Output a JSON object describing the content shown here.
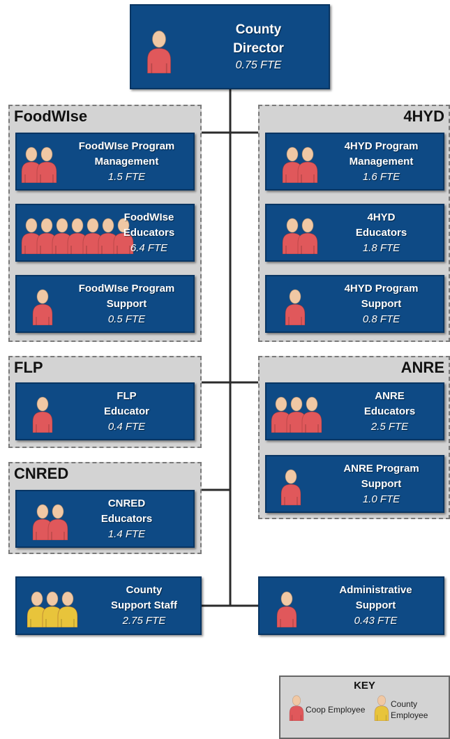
{
  "colors": {
    "box_fill": "#0e4a85",
    "group_fill": "#d3d3d3",
    "coop_person": "#e0585b",
    "county_person": "#e8c43b",
    "skin": "#f0c8a4"
  },
  "director": {
    "name": "County\nDirector",
    "fte": "0.75 FTE",
    "icons": [
      "coop"
    ]
  },
  "groups": {
    "foodwise": {
      "title": "FoodWIse"
    },
    "hyd": {
      "title": "4HYD"
    },
    "flp": {
      "title": "FLP"
    },
    "anre": {
      "title": "ANRE"
    },
    "cnred": {
      "title": "CNRED"
    }
  },
  "units": {
    "fw_mgmt": {
      "name": "FoodWIse Program\nManagement",
      "fte": "1.5 FTE",
      "icons": [
        "coop",
        "coop"
      ]
    },
    "fw_edu": {
      "name": "FoodWIse\nEducators",
      "fte": "6.4 FTE",
      "icons": [
        "coop",
        "coop",
        "coop",
        "coop",
        "coop",
        "coop",
        "coop"
      ]
    },
    "fw_sup": {
      "name": "FoodWIse Program\nSupport",
      "fte": "0.5 FTE",
      "icons": [
        "coop"
      ]
    },
    "hyd_mgmt": {
      "name": "4HYD Program\nManagement",
      "fte": "1.6 FTE",
      "icons": [
        "coop",
        "coop"
      ]
    },
    "hyd_edu": {
      "name": "4HYD\nEducators",
      "fte": "1.8 FTE",
      "icons": [
        "coop",
        "coop"
      ]
    },
    "hyd_sup": {
      "name": "4HYD Program\nSupport",
      "fte": "0.8 FTE",
      "icons": [
        "coop"
      ]
    },
    "flp_edu": {
      "name": "FLP\nEducator",
      "fte": "0.4 FTE",
      "icons": [
        "coop"
      ]
    },
    "anre_edu": {
      "name": "ANRE\nEducators",
      "fte": "2.5 FTE",
      "icons": [
        "coop",
        "coop",
        "coop"
      ]
    },
    "anre_sup": {
      "name": "ANRE Program\nSupport",
      "fte": "1.0 FTE",
      "icons": [
        "coop"
      ]
    },
    "cnred_edu": {
      "name": "CNRED\nEducators",
      "fte": "1.4 FTE",
      "icons": [
        "coop",
        "coop"
      ]
    },
    "county_staff": {
      "name": "County\nSupport Staff",
      "fte": "2.75 FTE",
      "icons": [
        "county",
        "county",
        "county"
      ]
    },
    "admin": {
      "name": "Administrative\nSupport",
      "fte": "0.43 FTE",
      "icons": [
        "coop"
      ]
    }
  },
  "key": {
    "title": "KEY",
    "coop_label": "Coop\nEmployee",
    "county_label": "County\nEmployee"
  }
}
